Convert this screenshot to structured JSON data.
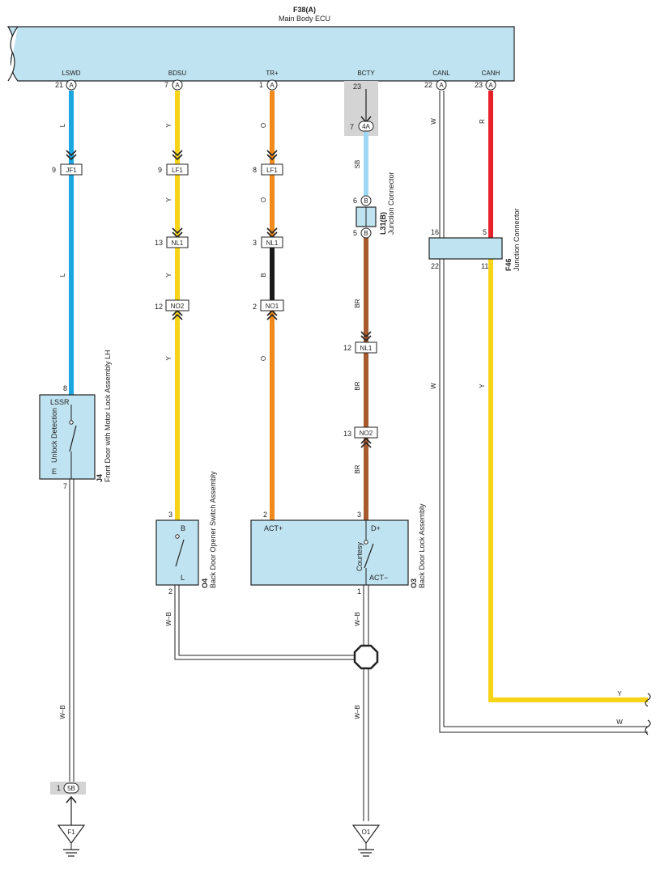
{
  "ecu": {
    "code": "F38(A)",
    "name": "Main Body ECU",
    "terminals": [
      {
        "name": "LSWD",
        "pin": "21",
        "conn": "A"
      },
      {
        "name": "BDSU",
        "pin": "7",
        "conn": "A"
      },
      {
        "name": "TR+",
        "pin": "1",
        "conn": "A"
      },
      {
        "name": "BCTY",
        "pin": "23",
        "conn": ""
      },
      {
        "name": "CANL",
        "pin": "22",
        "conn": "A"
      },
      {
        "name": "CANH",
        "pin": "23",
        "conn": "A"
      }
    ]
  },
  "colors": {
    "L": "#1aa6e0",
    "Y": "#f7d417",
    "O": "#f08a1c",
    "B": "#1a1a1a",
    "SB": "#9fd8f2",
    "BR": "#a65a2e",
    "R": "#e8202a",
    "W": "#ffffff"
  },
  "wires": {
    "lswd": {
      "labels": [
        "L",
        "L"
      ],
      "bottom": "W–B"
    },
    "bdsu": {
      "labels": [
        "Y",
        "Y",
        "Y",
        "Y"
      ],
      "bottom": "W–B"
    },
    "trp": {
      "labels": [
        "O",
        "O",
        "B",
        "O"
      ]
    },
    "bcty": {
      "labels": [
        "SB",
        "BR",
        "BR",
        "BR"
      ],
      "bottom": "W–B",
      "bottom2": "W–B"
    },
    "canl": {
      "labels": [
        "W",
        "W"
      ],
      "end": "W"
    },
    "canh": {
      "labels": [
        "R",
        "Y"
      ],
      "end": "Y"
    }
  },
  "connectors": {
    "jf1": {
      "pin": "9",
      "name": "JF1"
    },
    "lf1a": {
      "pin": "9",
      "name": "LF1"
    },
    "lf1b": {
      "pin": "8",
      "name": "LF1"
    },
    "nl1a": {
      "pin": "13",
      "name": "NL1"
    },
    "nl1b": {
      "pin": "3",
      "name": "NL1"
    },
    "no2a": {
      "pin": "12",
      "name": "NO2"
    },
    "no1": {
      "pin": "2",
      "name": "NO1"
    },
    "nl1c": {
      "pin": "12",
      "name": "NL1"
    },
    "no2b": {
      "pin": "13",
      "name": "NO2"
    },
    "c4a": {
      "pin": "7",
      "name": "4A"
    },
    "c5b": {
      "pin": "1",
      "name": "5B"
    }
  },
  "l31": {
    "code": "L31(B)",
    "name": "Junction Connector",
    "pin_top": "6",
    "pin_bottom": "5",
    "conn": "B"
  },
  "f46": {
    "code": "F46",
    "name": "Junction Connector",
    "pins": [
      "16",
      "5",
      "22",
      "11"
    ]
  },
  "j4": {
    "code": "J4",
    "name": "Front Door with Motor Lock Assembly LH",
    "pin_top": "8",
    "pin_bottom": "7",
    "term_top": "LSSR",
    "term_bottom": "E",
    "switch_label": "Unlock Detection"
  },
  "o4": {
    "code": "O4",
    "name": "Back Door Opener Switch Assembly",
    "pin_top": "3",
    "pin_bottom": "2",
    "term_top": "B",
    "term_bottom": "L"
  },
  "o3": {
    "code": "O3",
    "name": "Back Door Lock Assembly",
    "pin_actp": "2",
    "pin_dp": "3",
    "pin_actm": "1",
    "term_actp": "ACT+",
    "term_dp": "D+",
    "term_actm": "ACT−",
    "switch_label": "Courtesy"
  },
  "grounds": {
    "f1": "F1",
    "o1": "O1"
  }
}
